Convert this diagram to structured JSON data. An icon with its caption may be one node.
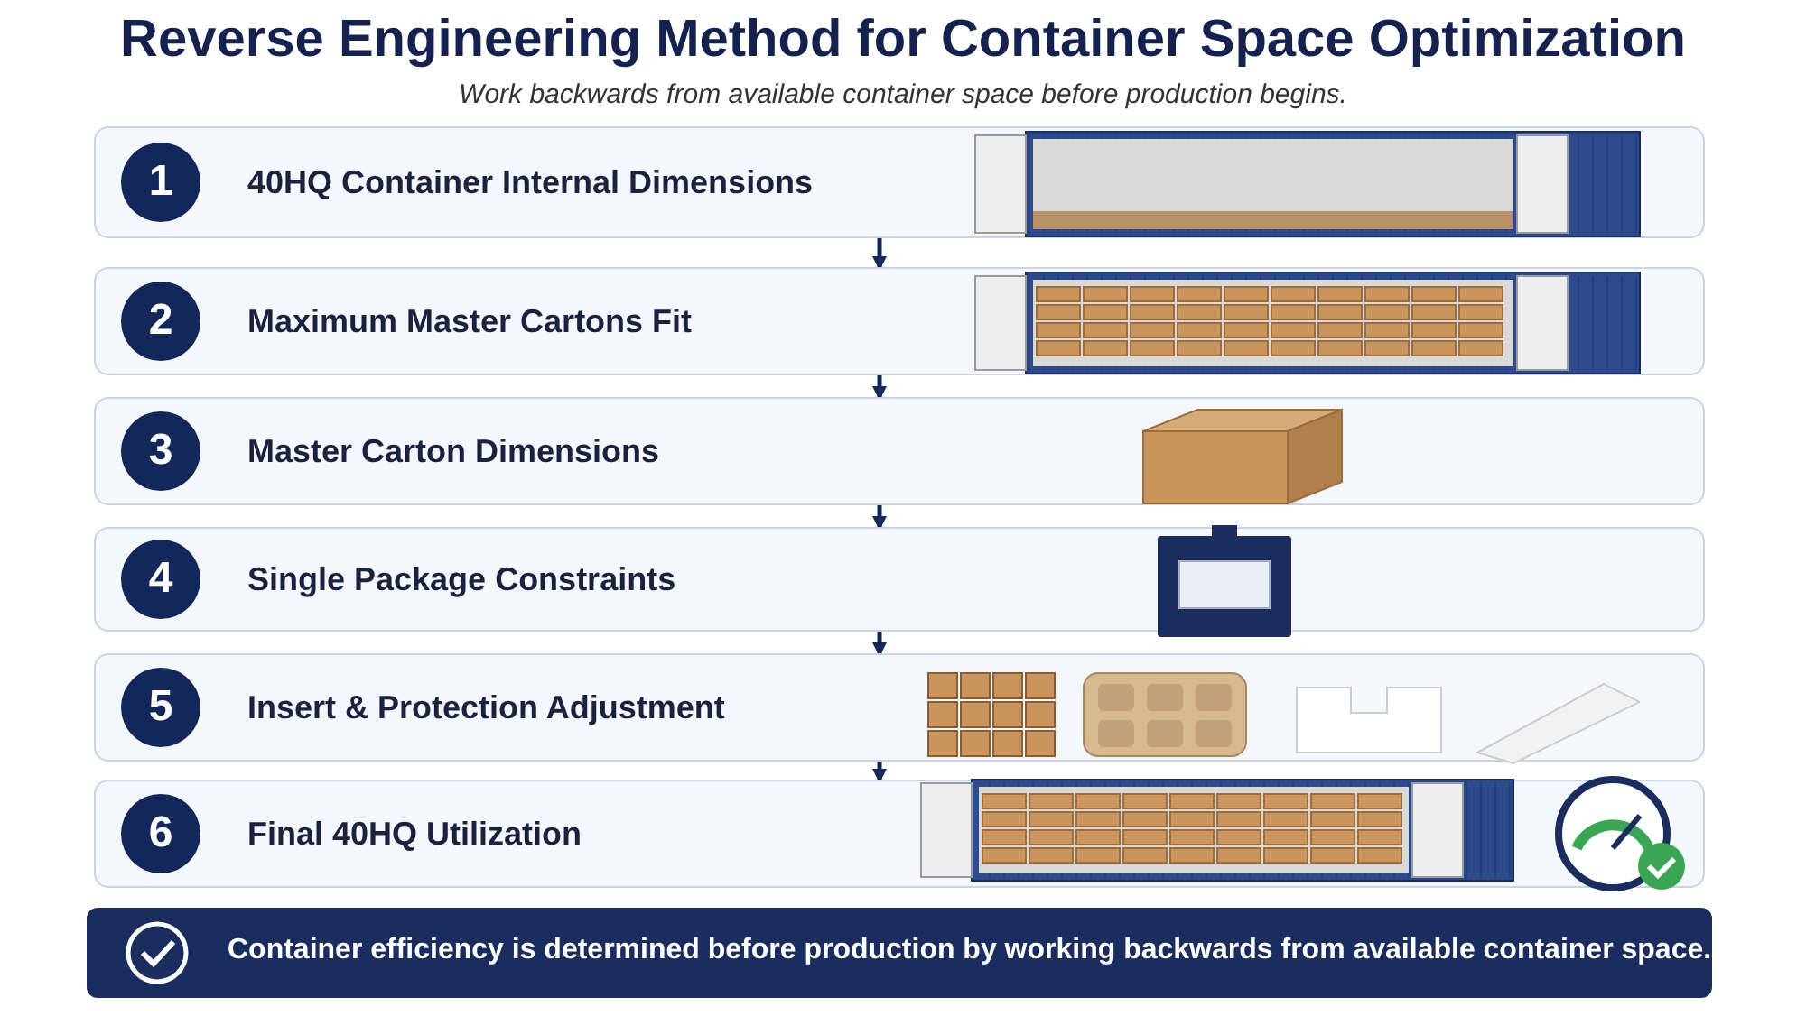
{
  "diagram": {
    "title": "Reverse Engineering Method for Container Space Optimization",
    "labels": [
      "Work backwards from available container space before production begins."
    ],
    "nodes": [
      {
        "text": [
          "40HQ Container Internal Dimensions"
        ]
      },
      {
        "text": [
          "1"
        ],
        "in": 0
      },
      {
        "text": [
          "Maximum Master Cartons Fit"
        ]
      },
      {
        "text": [
          "2"
        ],
        "in": 2
      },
      {
        "text": [
          "Master Carton Dimensions"
        ]
      },
      {
        "text": [
          "3"
        ],
        "in": 4
      },
      {
        "text": [
          "Single Package Constraints"
        ]
      },
      {
        "text": [
          "4"
        ],
        "in": 6
      },
      {
        "text": [
          "Insert & Protection Adjustment"
        ]
      },
      {
        "text": [
          "5"
        ],
        "in": 8
      },
      {
        "text": [
          "Final 40HQ Utilization"
        ]
      },
      {
        "text": [
          "6"
        ],
        "in": 10
      },
      {
        "text": [
          "Container efficiency is determined before production by working backwards from available container space."
        ]
      }
    ],
    "edges": [
      {
        "from": 0,
        "to": 2,
        "arrow": "to"
      },
      {
        "from": 2,
        "to": 4,
        "arrow": "to"
      },
      {
        "from": 4,
        "to": 6,
        "arrow": "to"
      },
      {
        "from": 6,
        "to": 8,
        "arrow": "to"
      },
      {
        "from": 8,
        "to": 10,
        "arrow": "to"
      }
    ]
  }
}
